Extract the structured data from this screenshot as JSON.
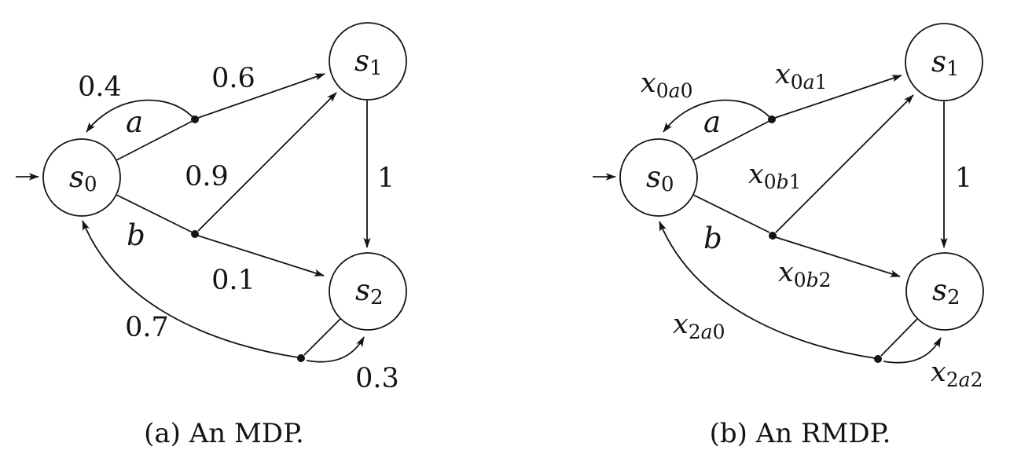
{
  "figure": {
    "panels": {
      "a": {
        "caption": "(a) An MDP.",
        "nodes": {
          "s0": {
            "base": "s",
            "sub": "0"
          },
          "s1": {
            "base": "s",
            "sub": "1"
          },
          "s2": {
            "base": "s",
            "sub": "2"
          }
        },
        "actions": {
          "a": "a",
          "b": "b"
        },
        "edges": {
          "a_self": "0.4",
          "a_to_s1": "0.6",
          "b_to_s1": "0.9",
          "b_to_s2": "0.1",
          "s1_to_s2": "1",
          "s2_to_s0": "0.7",
          "s2_self": "0.3"
        }
      },
      "b": {
        "caption": "(b) An RMDP.",
        "nodes": {
          "s0": {
            "base": "s",
            "sub": "0"
          },
          "s1": {
            "base": "s",
            "sub": "1"
          },
          "s2": {
            "base": "s",
            "sub": "2"
          }
        },
        "actions": {
          "a": "a",
          "b": "b"
        },
        "edges": {
          "a_self": {
            "base": "x",
            "sub": "0a0"
          },
          "a_to_s1": {
            "base": "x",
            "sub": "0a1"
          },
          "b_to_s1": {
            "base": "x",
            "sub": "0b1"
          },
          "b_to_s2": {
            "base": "x",
            "sub": "0b2"
          },
          "s1_to_s2": "1",
          "s2_to_s0": {
            "base": "x",
            "sub": "2a0"
          },
          "s2_self": {
            "base": "x",
            "sub": "2a2"
          }
        }
      }
    },
    "colors": {
      "ink": "#141414",
      "background": "#ffffff"
    }
  }
}
